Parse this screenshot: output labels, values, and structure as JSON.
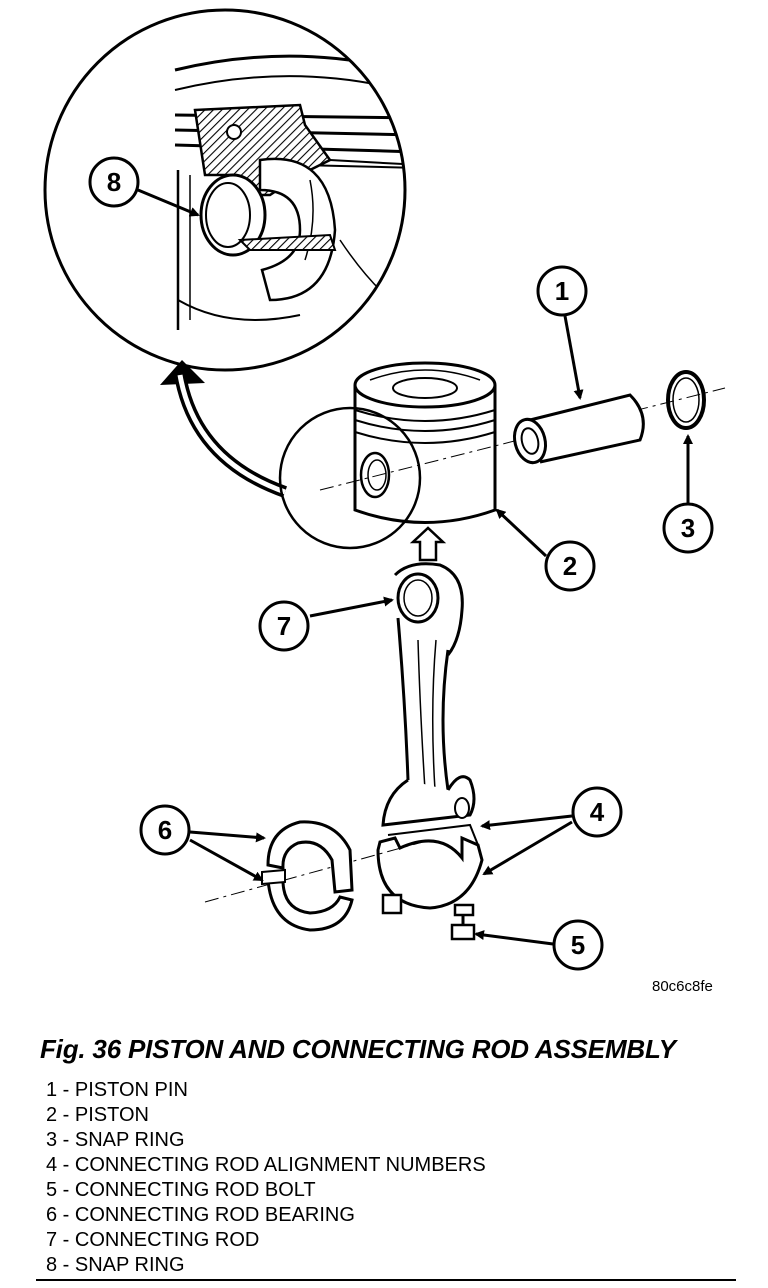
{
  "figure": {
    "code": "80c6c8fe",
    "title": "Fig. 36 PISTON AND CONNECTING ROD ASSEMBLY"
  },
  "callouts": {
    "c1": "1",
    "c2": "2",
    "c3": "3",
    "c4": "4",
    "c5": "5",
    "c6": "6",
    "c7": "7",
    "c8": "8"
  },
  "legend": [
    "1 - PISTON PIN",
    "2 - PISTON",
    "3 - SNAP RING",
    "4 - CONNECTING ROD ALIGNMENT NUMBERS",
    "5 - CONNECTING ROD BOLT",
    "6 - CONNECTING ROD BEARING",
    "7 - CONNECTING ROD",
    "8 - SNAP RING"
  ]
}
